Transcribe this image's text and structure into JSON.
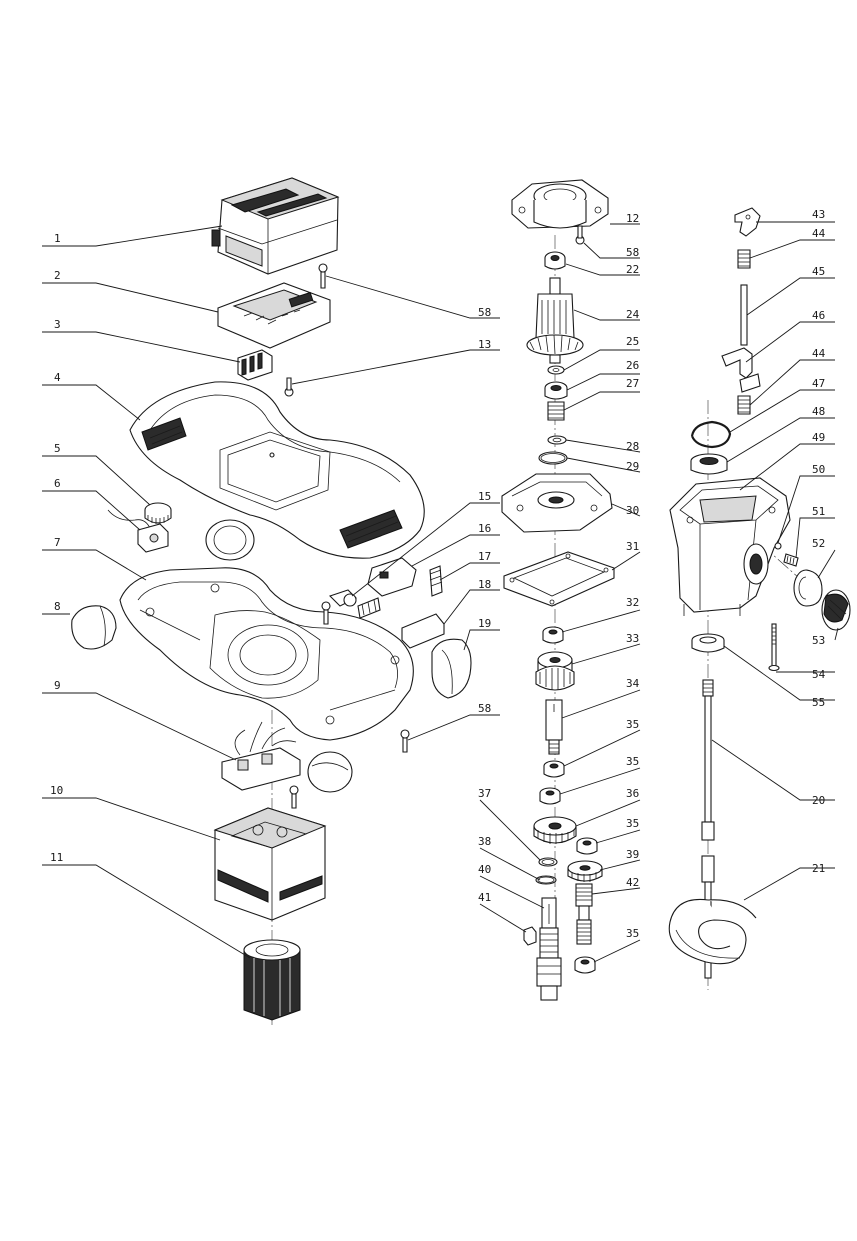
{
  "diagram": {
    "callouts": [
      {
        "id": "c1",
        "label": "1"
      },
      {
        "id": "c2",
        "label": "2"
      },
      {
        "id": "c3",
        "label": "3"
      },
      {
        "id": "c4",
        "label": "4"
      },
      {
        "id": "c5",
        "label": "5"
      },
      {
        "id": "c6",
        "label": "6"
      },
      {
        "id": "c7",
        "label": "7"
      },
      {
        "id": "c8",
        "label": "8"
      },
      {
        "id": "c9",
        "label": "9"
      },
      {
        "id": "c10",
        "label": "10"
      },
      {
        "id": "c11",
        "label": "11"
      },
      {
        "id": "c12",
        "label": "12"
      },
      {
        "id": "c58a",
        "label": "58"
      },
      {
        "id": "c22",
        "label": "22"
      },
      {
        "id": "c58b",
        "label": "58"
      },
      {
        "id": "c24",
        "label": "24"
      },
      {
        "id": "c13",
        "label": "13"
      },
      {
        "id": "c25",
        "label": "25"
      },
      {
        "id": "c26",
        "label": "26"
      },
      {
        "id": "c27",
        "label": "27"
      },
      {
        "id": "c28",
        "label": "28"
      },
      {
        "id": "c29",
        "label": "29"
      },
      {
        "id": "c15",
        "label": "15"
      },
      {
        "id": "c30",
        "label": "30"
      },
      {
        "id": "c16",
        "label": "16"
      },
      {
        "id": "c17",
        "label": "17"
      },
      {
        "id": "c18",
        "label": "18"
      },
      {
        "id": "c31",
        "label": "31"
      },
      {
        "id": "c32",
        "label": "32"
      },
      {
        "id": "c19",
        "label": "19"
      },
      {
        "id": "c33",
        "label": "33"
      },
      {
        "id": "c34",
        "label": "34"
      },
      {
        "id": "c58c",
        "label": "58"
      },
      {
        "id": "c35a",
        "label": "35"
      },
      {
        "id": "c35b",
        "label": "35"
      },
      {
        "id": "c37",
        "label": "37"
      },
      {
        "id": "c36",
        "label": "36"
      },
      {
        "id": "c35c",
        "label": "35"
      },
      {
        "id": "c38",
        "label": "38"
      },
      {
        "id": "c39",
        "label": "39"
      },
      {
        "id": "c40",
        "label": "40"
      },
      {
        "id": "c41",
        "label": "41"
      },
      {
        "id": "c42",
        "label": "42"
      },
      {
        "id": "c35d",
        "label": "35"
      },
      {
        "id": "c43",
        "label": "43"
      },
      {
        "id": "c44a",
        "label": "44"
      },
      {
        "id": "c45",
        "label": "45"
      },
      {
        "id": "c46",
        "label": "46"
      },
      {
        "id": "c44b",
        "label": "44"
      },
      {
        "id": "c47",
        "label": "47"
      },
      {
        "id": "c48",
        "label": "48"
      },
      {
        "id": "c49",
        "label": "49"
      },
      {
        "id": "c50",
        "label": "50"
      },
      {
        "id": "c51",
        "label": "51"
      },
      {
        "id": "c52",
        "label": "52"
      },
      {
        "id": "c53",
        "label": "53"
      },
      {
        "id": "c54",
        "label": "54"
      },
      {
        "id": "c55",
        "label": "55"
      },
      {
        "id": "c20",
        "label": "20"
      },
      {
        "id": "c21",
        "label": "21"
      }
    ]
  }
}
